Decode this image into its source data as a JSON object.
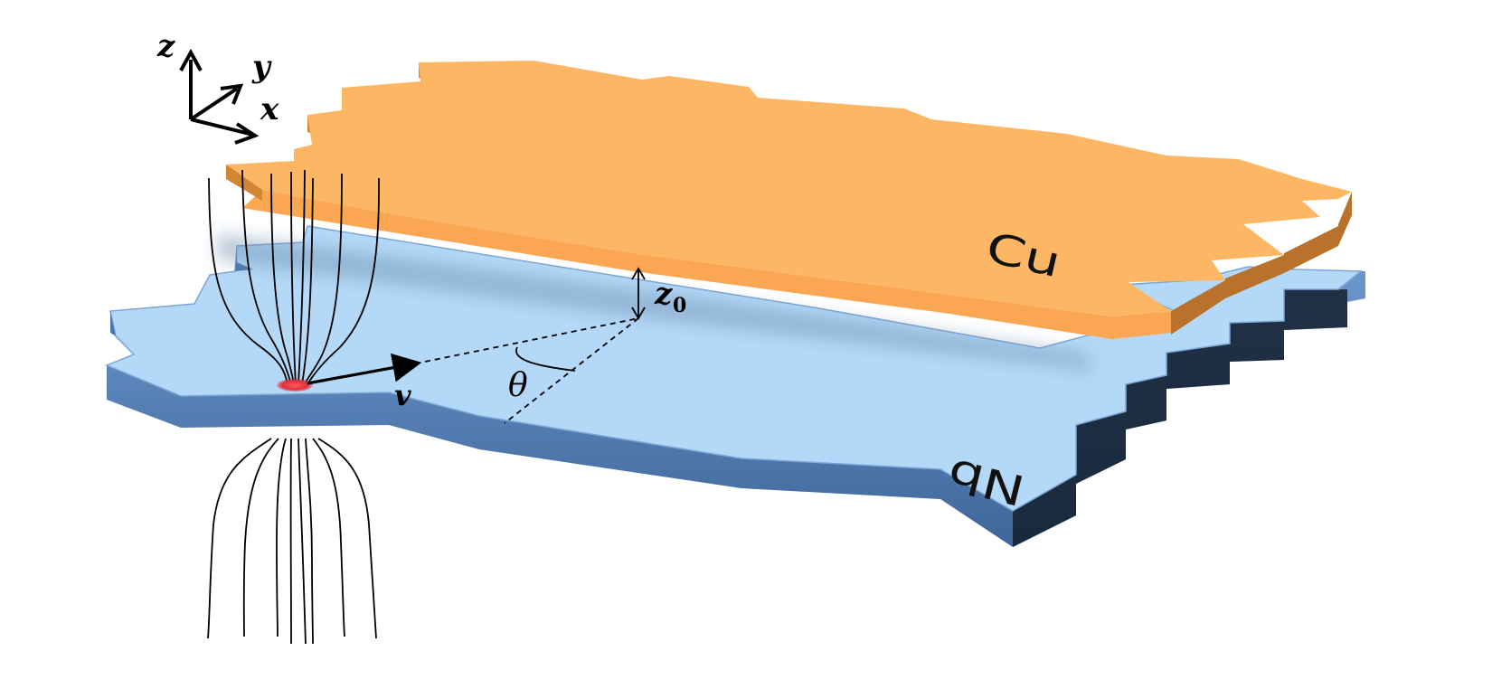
{
  "axes_labels": {
    "z": "z",
    "y": "y",
    "x": "x"
  },
  "labels": {
    "separation": "z",
    "separation_sub": "0",
    "velocity": "v",
    "angle": "θ",
    "top_film": "Cu",
    "bottom_film": "Nb"
  },
  "colors": {
    "cu_top": "#FDB764",
    "cu_edge": "#D98A3A",
    "cu_side": "#C7782E",
    "nb_top": "#B4D8F8",
    "nb_edge": "#5E88BD",
    "nb_side": "#3C6496",
    "nb_dark": "#101820",
    "vortex_core": "#E0303A",
    "lines": "#000000"
  }
}
